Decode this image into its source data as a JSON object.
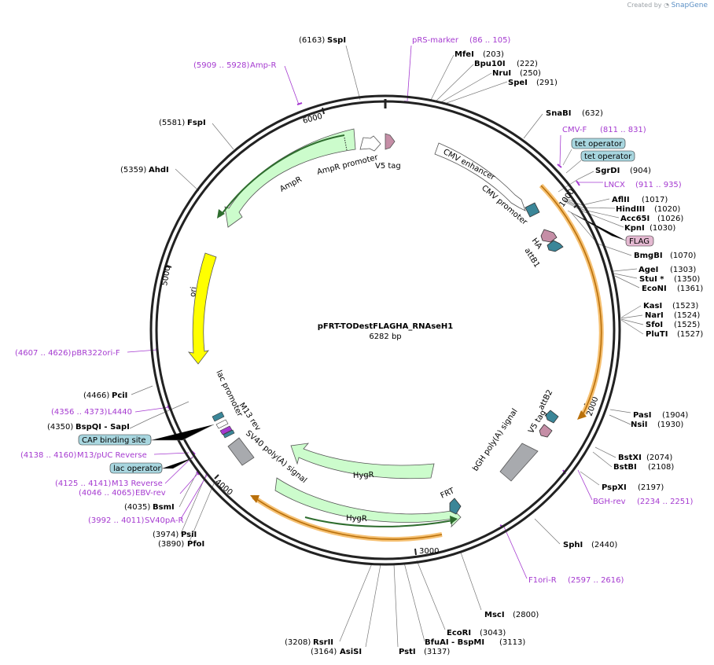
{
  "credit": {
    "prefix": "Created by",
    "brand": "SnapGene"
  },
  "plasmid": {
    "name": "pFRT-TODestFLAGHA_RNAseH1",
    "size": "6282 bp"
  },
  "ticks": [
    "1000",
    "2000",
    "3000",
    "4000",
    "5000",
    "6000"
  ],
  "sites": [
    {
      "name": "SspI",
      "pos": "(6163)"
    },
    {
      "name": "MfeI",
      "pos": "(203)"
    },
    {
      "name": "Bpu10I",
      "pos": "(222)"
    },
    {
      "name": "NruI",
      "pos": "(250)"
    },
    {
      "name": "SpeI",
      "pos": "(291)"
    },
    {
      "name": "SnaBI",
      "pos": "(632)"
    },
    {
      "name": "SgrDI",
      "pos": "(904)"
    },
    {
      "name": "AflII",
      "pos": "(1017)"
    },
    {
      "name": "HindIII",
      "pos": "(1020)"
    },
    {
      "name": "Acc65I",
      "pos": "(1026)"
    },
    {
      "name": "KpnI",
      "pos": "(1030)"
    },
    {
      "name": "BmgBI",
      "pos": "(1070)"
    },
    {
      "name": "AgeI",
      "pos": "(1303)"
    },
    {
      "name": "StuI *",
      "pos": "(1350)"
    },
    {
      "name": "EcoNI",
      "pos": "(1361)"
    },
    {
      "name": "KasI",
      "pos": "(1523)"
    },
    {
      "name": "NarI",
      "pos": "(1524)"
    },
    {
      "name": "SfoI",
      "pos": "(1525)"
    },
    {
      "name": "PluTI",
      "pos": "(1527)"
    },
    {
      "name": "PasI",
      "pos": "(1904)"
    },
    {
      "name": "NsiI",
      "pos": "(1930)"
    },
    {
      "name": "BstXI",
      "pos": "(2074)"
    },
    {
      "name": "BstBI",
      "pos": "(2108)"
    },
    {
      "name": "PspXI",
      "pos": "(2197)"
    },
    {
      "name": "SphI",
      "pos": "(2440)"
    },
    {
      "name": "MscI",
      "pos": "(2800)"
    },
    {
      "name": "EcoRI",
      "pos": "(3043)"
    },
    {
      "name": "BfuAI - BspMI",
      "pos": "(3113)"
    },
    {
      "name": "PstI",
      "pos": "(3137)"
    },
    {
      "name": "AsiSI",
      "pos": "(3164)"
    },
    {
      "name": "RsrII",
      "pos": "(3208)"
    },
    {
      "name": "PfoI",
      "pos": "(3890)"
    },
    {
      "name": "PsiI",
      "pos": "(3974)"
    },
    {
      "name": "BsmI",
      "pos": "(4035)"
    },
    {
      "name": "BspQI - SapI",
      "pos": "(4350)"
    },
    {
      "name": "PciI",
      "pos": "(4466)"
    },
    {
      "name": "AhdI",
      "pos": "(5359)"
    },
    {
      "name": "FspI",
      "pos": "(5581)"
    }
  ],
  "primers": [
    {
      "name": "pRS-marker",
      "range": "(86 .. 105)"
    },
    {
      "name": "CMV-F",
      "range": "(811 .. 831)"
    },
    {
      "name": "LNCX",
      "range": "(911 .. 935)"
    },
    {
      "name": "BGH-rev",
      "range": "(2234 .. 2251)"
    },
    {
      "name": "F1ori-R",
      "range": "(2597 .. 2616)"
    },
    {
      "name": "SV40pA-R",
      "range": "(3992 .. 4011)"
    },
    {
      "name": "EBV-rev",
      "range": "(4046 .. 4065)"
    },
    {
      "name": "M13 Reverse",
      "range": "(4125 .. 4141)"
    },
    {
      "name": "M13/pUC Reverse",
      "range": "(4138 .. 4160)"
    },
    {
      "name": "L4440",
      "range": "(4356 .. 4373)"
    },
    {
      "name": "pBR322ori-F",
      "range": "(4607 .. 4626)"
    },
    {
      "name": "Amp-R",
      "range": "(5909 .. 5928)"
    }
  ],
  "boxes": [
    "tet operator",
    "tet operator",
    "FLAG",
    "CAP binding site",
    "lac operator"
  ],
  "features": [
    "V5 tag",
    "AmpR promoter",
    "AmpR",
    "CMV enhancer",
    "CMV promoter",
    "HA",
    "attB1",
    "ori",
    "lac promoter",
    "M13 rev",
    "SV40 poly(A) signal",
    "HygR",
    "HygR",
    "FRT",
    "attB2",
    "V5 tag",
    "bGH poly(A) signal"
  ],
  "colors": {
    "backbone": "#222222",
    "feature_green": "#ccfccc",
    "ori_yellow": "#ffff00",
    "primer": "#a53ad0",
    "orf_orange": "#f6c173",
    "teal": "#3b8698",
    "pink": "#c58ea6",
    "gray": "#a8aaae",
    "tet_box": "#a8d6df",
    "flag_box": "#e4b9d1"
  }
}
